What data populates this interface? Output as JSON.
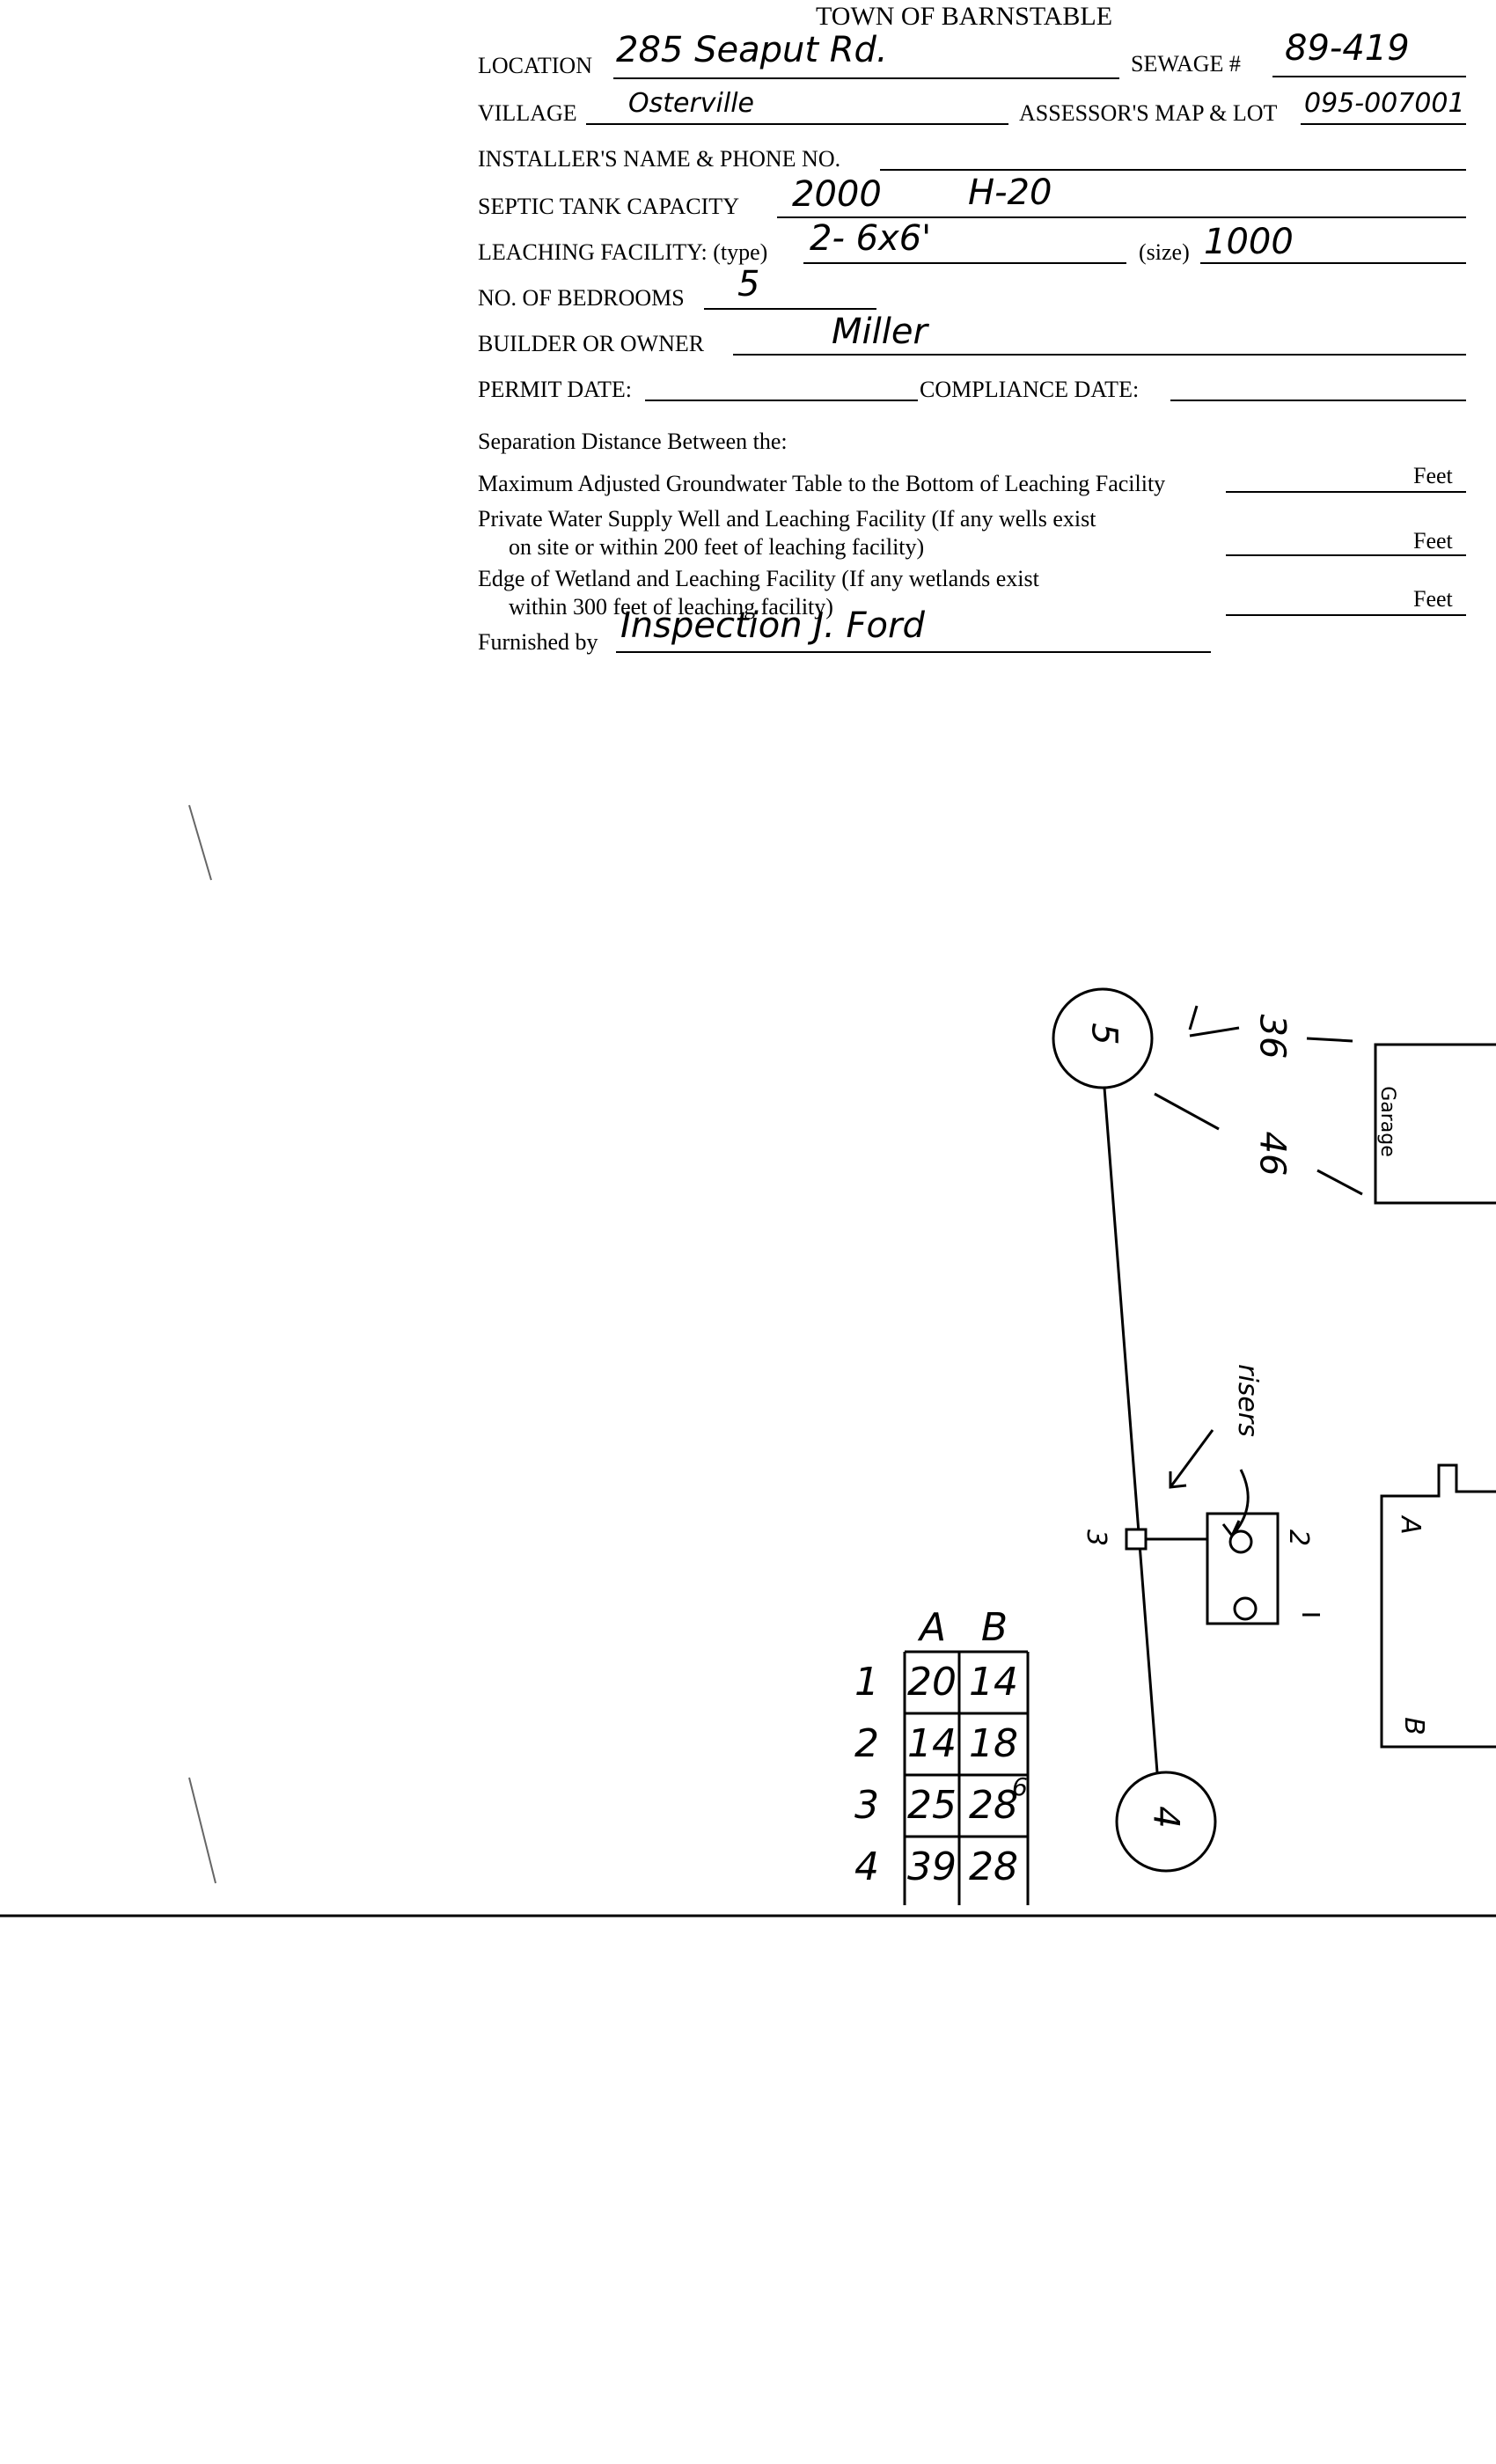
{
  "form": {
    "title": "TOWN OF BARNSTABLE",
    "location_label": "LOCATION",
    "location_value": "285 Seaput Rd.",
    "sewage_label": "SEWAGE #",
    "sewage_value": "89-419",
    "village_label": "VILLAGE",
    "village_value": "Osterville",
    "assessor_label": "ASSESSOR'S MAP & LOT",
    "assessor_value": "095-007001",
    "installer_label": "INSTALLER'S NAME & PHONE NO.",
    "installer_value": "",
    "septic_label": "SEPTIC TANK CAPACITY",
    "septic_value": "2000",
    "septic_value2": "H-20",
    "leaching_label": "LEACHING FACILITY: (type)",
    "leaching_type_value": "2- 6x6'",
    "size_label": "(size)",
    "size_value": "1000",
    "bedrooms_label": "NO. OF BEDROOMS",
    "bedrooms_value": "5",
    "builder_label": "BUILDER OR OWNER",
    "builder_value": "Miller",
    "permit_label": "PERMIT DATE:",
    "compliance_label": "COMPLIANCE DATE:",
    "separation_heading": "Separation Distance Between the:",
    "sep1": "Maximum Adjusted Groundwater Table to the Bottom of Leaching Facility",
    "sep2_line1": "Private Water Supply Well and Leaching Facility  (If any wells exist",
    "sep2_line2": "on site or within 200 feet of leaching facility)",
    "sep3_line1": "Edge of Wetland and Leaching Facility (If any wetlands exist",
    "sep3_line2": "within 300 feet of leaching facility)",
    "feet_label": "Feet",
    "furnished_label": "Furnished by",
    "furnished_value": "Inspection  J. Ford"
  },
  "sketch": {
    "pit_top_label": "5",
    "pit_bottom_label": "4",
    "dist_1": "36",
    "dist_2": "46",
    "garage_label": "Garage",
    "risers_label": "risers",
    "point_3": "3",
    "point_2": "2",
    "point_1": "1",
    "house_label_a": "A",
    "house_label_b": "B"
  },
  "table": {
    "headers": [
      "A",
      "B"
    ],
    "rows": [
      {
        "num": "1",
        "a": "20",
        "b": "14"
      },
      {
        "num": "2",
        "a": "14",
        "b": "18"
      },
      {
        "num": "3",
        "a": "25",
        "b": "28",
        "sup": "6"
      },
      {
        "num": "4",
        "a": "39",
        "b": "28"
      }
    ]
  }
}
